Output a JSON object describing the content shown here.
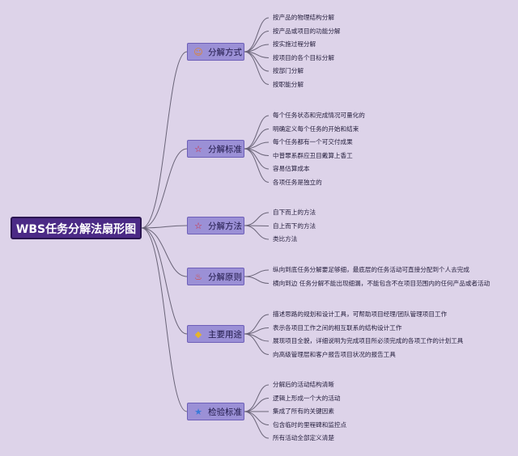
{
  "root": {
    "label": "WBS任务分解法扇形图"
  },
  "branches": [
    {
      "label": "分解方式",
      "icon": "person-icon",
      "icon_char": "☺",
      "icon_color": "#e0852a",
      "children": [
        "按产品的物理结构分解",
        "按产品或项目的功能分解",
        "按实施过程分解",
        "按项目的各个目标分解",
        "按部门分解",
        "按职能分解"
      ]
    },
    {
      "label": "分解标准",
      "icon": "star-icon",
      "icon_char": "☆",
      "icon_color": "#d8202a",
      "children": [
        "每个任务状态和完成情况可量化的",
        "明确定义每个任务的开始和结束",
        "每个任务都有一个可交付成果",
        "中普罪系群应丑目戴算上香工",
        "容易估算成本",
        "各项任务是独立的"
      ]
    },
    {
      "label": "分解方法",
      "icon": "star-icon",
      "icon_char": "☆",
      "icon_color": "#d8202a",
      "children": [
        "自下而上的方法",
        "自上而下的方法",
        "类比方法"
      ]
    },
    {
      "label": "分解原则",
      "icon": "fire-icon",
      "icon_char": "♨",
      "icon_color": "#e0402a",
      "children": [
        "纵向到底任务分解要足够细，最底层的任务活动可直接分配到个人去完成",
        "横向到边 任务分解不能出现细漏，不能包含不在项目范围内的任何产品或者活动"
      ]
    },
    {
      "label": "主要用途",
      "icon": "diamond-icon",
      "icon_char": "◆",
      "icon_color": "#e6b42a",
      "children": [
        "描述思路的规划和设计工具，可帮助项目经理/团队管理项目工作",
        "表示各项目工作之间的相互联系的结构设计工作",
        "展现项目全貌，详细说明为完成项目所必须完成的各项工作的计划工具",
        "向高级管理层和客户报告项目状况的报告工具"
      ]
    },
    {
      "label": "检验标准",
      "icon": "star-icon",
      "icon_char": "★",
      "icon_color": "#3a7ad8",
      "children": [
        "分解后的活动结构清晰",
        "逻辑上形成一个大的活动",
        "集成了所有的关键因素",
        "包含临时的里程碑和监控点",
        "所有活动全部定义清楚"
      ]
    }
  ],
  "colors": {
    "background": "#ddd3e9",
    "root_fill": "#4b2a86",
    "branch_fill": "#9b90d6",
    "line": "#6a6478"
  }
}
